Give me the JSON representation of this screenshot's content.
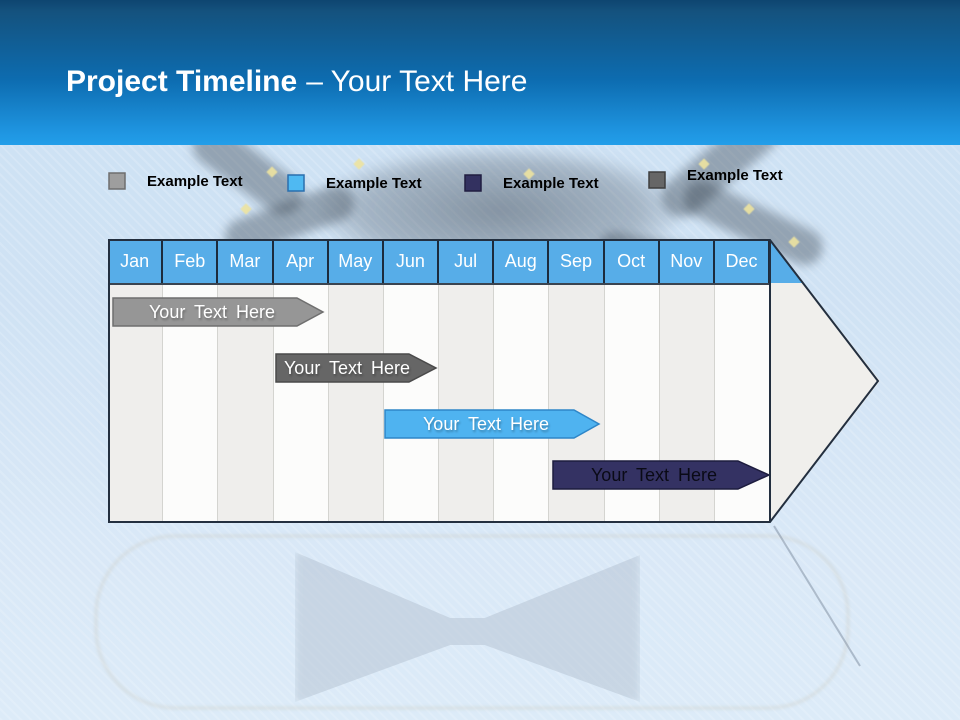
{
  "title": {
    "bold": "Project Timeline",
    "light": "– Your Text Here"
  },
  "legend": {
    "items": [
      {
        "label": "Example Text",
        "color": "#9e9e9e"
      },
      {
        "label": "Example Text",
        "color": "#4fb9f2"
      },
      {
        "label": "Example Text",
        "color": "#333160"
      },
      {
        "label": "Example Text",
        "color": "#666666"
      }
    ]
  },
  "timeline": {
    "months": [
      "Jan",
      "Feb",
      "Mar",
      "Apr",
      "May",
      "Jun",
      "Jul",
      "Aug",
      "Sep",
      "Oct",
      "Nov",
      "Dec"
    ],
    "month_header_color": "#57ade8",
    "arrow_fill_color": "#f0efec",
    "bars": [
      {
        "label": "Your Text Here",
        "color": "#969696",
        "span": "Jan–Apr"
      },
      {
        "label": "Your Text Here",
        "color": "#666666",
        "span": "Apr–Jun"
      },
      {
        "label": "Your Text Here",
        "color": "#4fb3f0",
        "span": "Jun–Sep"
      },
      {
        "label": "Your Text Here",
        "color": "#343263",
        "span": "Sep–Dec"
      }
    ]
  },
  "colors": {
    "header_gradient_top": "#14527e",
    "header_gradient_bottom": "#229ee9",
    "body_background": "#cfe2f4"
  }
}
